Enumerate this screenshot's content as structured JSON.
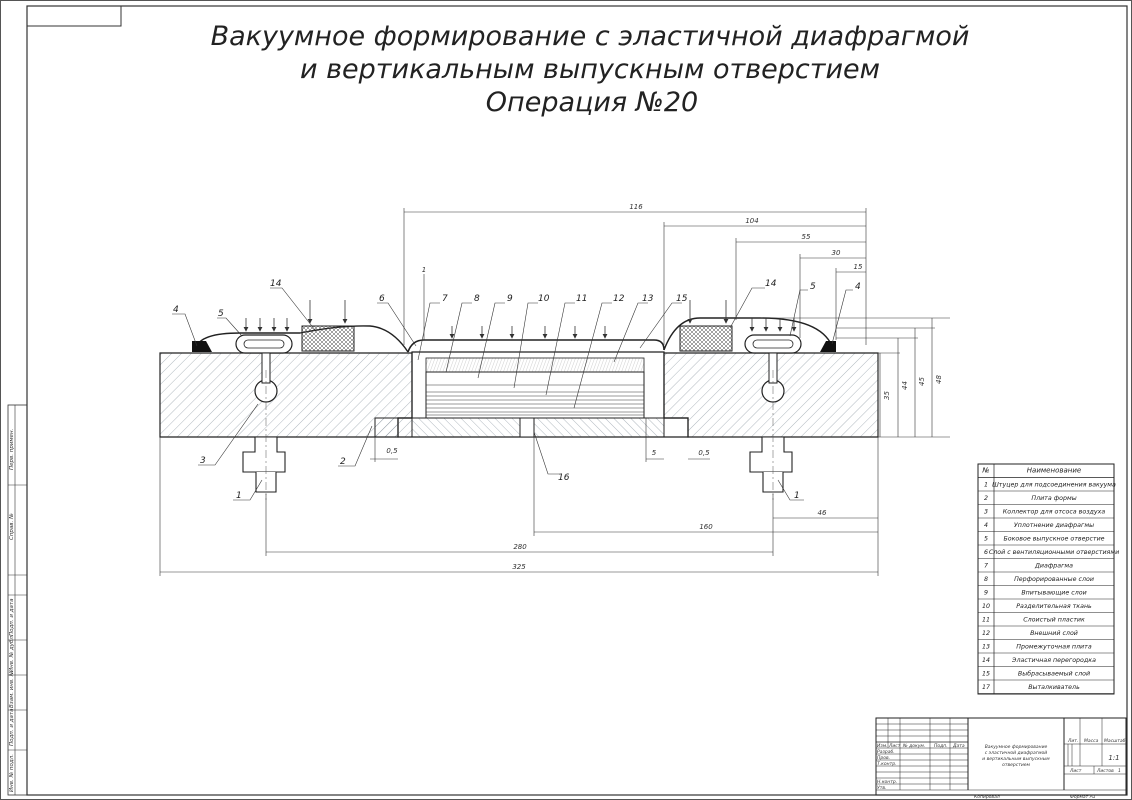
{
  "title": {
    "line1": "Вакуумное формирование с эластичной диафрагмой",
    "line2": "и вертикальным выпускным отверстием",
    "line3": "Операция №20"
  },
  "dimensions": {
    "d116": "116",
    "d104": "104",
    "d55": "55",
    "d30": "30",
    "d15": "15",
    "d35": "35",
    "d44": "44",
    "d45": "45",
    "d48": "48",
    "d05a": "0,5",
    "d5": "5",
    "d05b": "0,5",
    "d46": "46",
    "d160": "160",
    "d280": "280",
    "d325": "325",
    "d1": "1"
  },
  "callouts": [
    "1",
    "2",
    "3",
    "4",
    "5",
    "6",
    "7",
    "8",
    "9",
    "10",
    "11",
    "12",
    "13",
    "14",
    "15",
    "16"
  ],
  "parts_table": {
    "header_num": "№",
    "header_name": "Наименование",
    "rows": [
      {
        "num": "1",
        "name": "Штуцер для подсоединения вакуума"
      },
      {
        "num": "2",
        "name": "Плита формы"
      },
      {
        "num": "3",
        "name": "Коллектор для отсоса воздуха"
      },
      {
        "num": "4",
        "name": "Уплотнение диафрагмы"
      },
      {
        "num": "5",
        "name": "Боковое выпускное отверстие"
      },
      {
        "num": "6",
        "name": "Слой с вентиляционными отверстиями"
      },
      {
        "num": "7",
        "name": "Диафрагма"
      },
      {
        "num": "8",
        "name": "Перфорированные слои"
      },
      {
        "num": "9",
        "name": "Впитывающие слои"
      },
      {
        "num": "10",
        "name": "Разделительная ткань"
      },
      {
        "num": "11",
        "name": "Слоистый пластик"
      },
      {
        "num": "12",
        "name": "Внешний слой"
      },
      {
        "num": "13",
        "name": "Промежуточная плита"
      },
      {
        "num": "14",
        "name": "Эластичная перегородка"
      },
      {
        "num": "15",
        "name": "Выбрасываемый слой"
      },
      {
        "num": "17",
        "name": "Выталкиватель"
      }
    ]
  },
  "side_stamps": [
    "Перв. примен.",
    "Справ. №",
    "Подп. и дата",
    "Инв. № дубл.",
    "Взам. инв. №",
    "Подп. и дата",
    "Инв. № подл."
  ],
  "title_block": {
    "designation": "Вакуумное формирование с эластичной диафрагмой и вертикальным выпускным отверстием",
    "lit": "Лит.",
    "mass": "Масса",
    "scale": "Масштаб",
    "scale_value": "1:1",
    "sheet": "Лист",
    "sheets": "Листов",
    "sheets_value": "1",
    "izm": "Изм.",
    "list_col": "Лист",
    "doc": "№ докум.",
    "podp": "Подп.",
    "date": "Дата",
    "razrab": "Разраб.",
    "prov": "Пров.",
    "tkontr": "Т.контр.",
    "nkontr": "Н.контр.",
    "utv": "Утв.",
    "copied": "Копировал",
    "format": "Формат A1"
  }
}
